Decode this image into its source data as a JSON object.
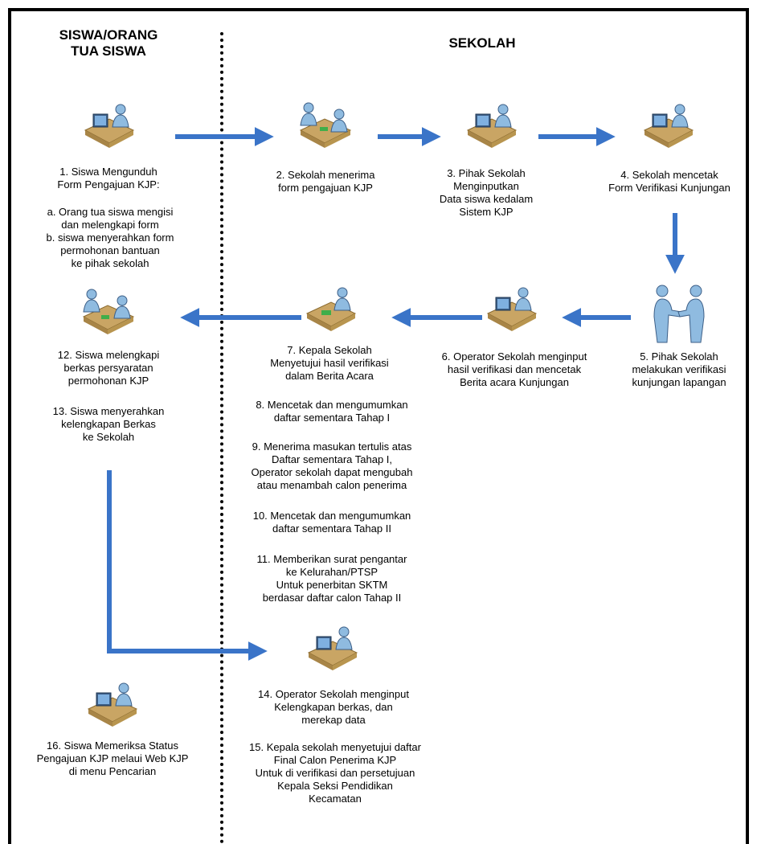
{
  "headers": {
    "left": "SISWA/ORANG\nTUA SISWA",
    "right": "SEKOLAH"
  },
  "steps": {
    "s1": "1. Siswa Mengunduh\nForm Pengajuan KJP:",
    "s1ab": "a. Orang tua siswa mengisi\ndan melengkapi form\nb. siswa menyerahkan form\npermohonan bantuan\nke pihak sekolah",
    "s2": "2. Sekolah menerima\nform pengajuan KJP",
    "s3": "3. Pihak Sekolah\nMenginputkan\nData siswa kedalam\nSistem KJP",
    "s4": "4. Sekolah mencetak\nForm Verifikasi Kunjungan",
    "s5": "5. Pihak Sekolah\nmelakukan verifikasi\nkunjungan lapangan",
    "s6": "6. Operator Sekolah menginput\nhasil verifikasi dan mencetak\nBerita acara Kunjungan",
    "s7": "7. Kepala Sekolah\nMenyetujui hasil verifikasi\ndalam Berita Acara",
    "s8": "8. Mencetak dan mengumumkan\ndaftar sementara Tahap I",
    "s9": "9. Menerima masukan tertulis atas\nDaftar sementara Tahap I,\nOperator sekolah dapat mengubah\natau menambah calon penerima",
    "s10": "10. Mencetak dan mengumumkan\ndaftar sementara Tahap II",
    "s11": "11. Memberikan surat pengantar\nke Kelurahan/PTSP\nUntuk penerbitan SKTM\nberdasar daftar calon Tahap II",
    "s12": "12. Siswa melengkapi\nberkas persyaratan\npermohonan KJP",
    "s13": "13. Siswa menyerahkan\nkelengkapan Berkas\nke Sekolah",
    "s14": "14. Operator Sekolah menginput\nKelengkapan berkas, dan\nmerekap data",
    "s15": "15. Kepala sekolah menyetujui daftar\nFinal Calon Penerima KJP\nUntuk di verifikasi dan persetujuan\nKepala Seksi Pendidikan\nKecamatan",
    "s16": "16. Siswa Memeriksa Status\nPengajuan KJP melaui Web KJP\ndi menu Pencarian"
  },
  "colors": {
    "arrow": "#3a74c8",
    "desk": "#c9a564",
    "person": "#8fbbe0",
    "monitor": "#3d5f87"
  },
  "icons": {
    "computer_user": "person-at-computer-icon",
    "meeting": "two-people-at-desk-icon",
    "handshake": "handshake-icon"
  }
}
